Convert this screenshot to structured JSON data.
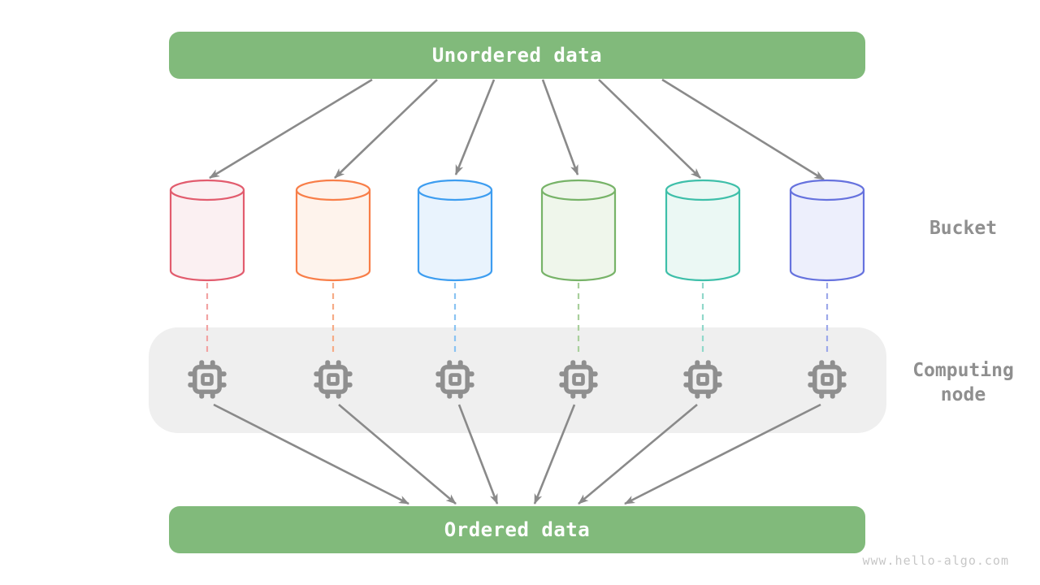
{
  "banners": {
    "top": "Unordered data",
    "bottom": "Ordered data"
  },
  "side_labels": {
    "bucket": "Bucket",
    "computing_node": "Computing node"
  },
  "watermark": "www.hello-algo.com",
  "colors": {
    "banner_green": "#81ba7b",
    "banner_text": "#ffffff",
    "container_gray": "#efefef",
    "arrow_gray": "#8a8a8a",
    "cpu_gray": "#8f8f8f",
    "label_gray": "#8f8f8f",
    "watermark_gray": "#c7c7c7"
  },
  "buckets": [
    {
      "name": "bucket-red",
      "stroke": "#e25c6e",
      "fill": "#fbf0f2",
      "dash": "#f2a3a3"
    },
    {
      "name": "bucket-orange",
      "stroke": "#f87e48",
      "fill": "#fef3ec",
      "dash": "#f6ab86"
    },
    {
      "name": "bucket-blue",
      "stroke": "#3d9df0",
      "fill": "#e9f3fd",
      "dash": "#8ac4f2"
    },
    {
      "name": "bucket-green",
      "stroke": "#77b368",
      "fill": "#eff6eb",
      "dash": "#a9d09c"
    },
    {
      "name": "bucket-teal",
      "stroke": "#3ebfa9",
      "fill": "#ebf8f4",
      "dash": "#90d8ca"
    },
    {
      "name": "bucket-indigo",
      "stroke": "#6672de",
      "fill": "#edeffc",
      "dash": "#9da8ea"
    }
  ],
  "computing_nodes_count": 6
}
